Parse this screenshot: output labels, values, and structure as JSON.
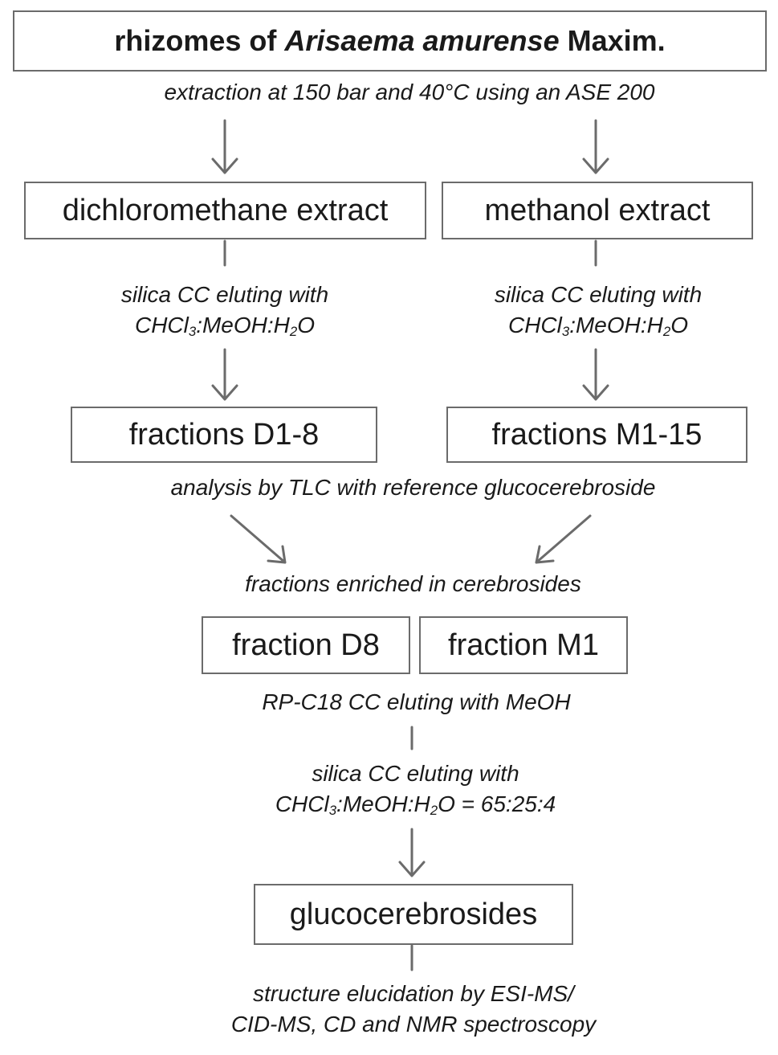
{
  "boxes": {
    "source": {
      "part1": "rhizomes of ",
      "species": "Arisaema amurense",
      "part2": " Maxim."
    },
    "dcm_extract": "dichloromethane extract",
    "meoh_extract": "methanol extract",
    "fractions_d": "fractions D1-8",
    "fractions_m": "fractions M1-15",
    "fraction_d8": "fraction D8",
    "fraction_m1": "fraction M1",
    "product": "glucocerebrosides"
  },
  "labels": {
    "extraction": "extraction at 150 bar and 40°C using an ASE 200",
    "silica_left": {
      "line1": "silica CC eluting with",
      "chcl": "CHCl",
      "sub3": "3",
      "mid": ":MeOH:H",
      "sub2": "2",
      "end": "O"
    },
    "silica_right": {
      "line1": "silica CC eluting with",
      "chcl": "CHCl",
      "sub3": "3",
      "mid": ":MeOH:H",
      "sub2": "2",
      "end": "O"
    },
    "tlc": "analysis by TLC with reference glucocerebroside",
    "enriched": "fractions enriched in cerebrosides",
    "rp": "RP-C18 CC eluting with MeOH",
    "silica_final": {
      "line1": "silica CC eluting with",
      "chcl": "CHCl",
      "sub3": "3",
      "mid": ":MeOH:H",
      "sub2": "2",
      "end": "O = 65:25:4"
    },
    "structure": {
      "line1": "structure elucidation by ESI-MS/",
      "line2": "CID-MS, CD and NMR spectroscopy"
    }
  },
  "colors": {
    "border": "#6b6b6b",
    "line": "#6b6b6b",
    "text": "#1a1a1a"
  }
}
